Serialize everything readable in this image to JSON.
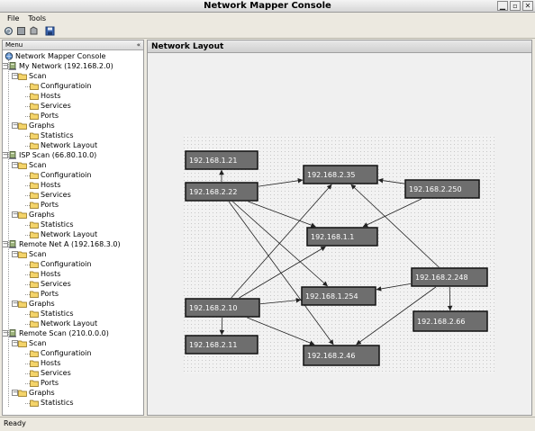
{
  "window": {
    "title": "Network Mapper Console"
  },
  "menu": {
    "file": "File",
    "tools": "Tools"
  },
  "sidebar": {
    "header": "Menu",
    "root": "Network Mapper Console"
  },
  "tree": [
    {
      "label": "My Network (192.168.2.0)",
      "type": "network"
    },
    {
      "label": "Scan",
      "type": "folder"
    },
    {
      "label": "Configuratioin",
      "type": "leaf"
    },
    {
      "label": "Hosts",
      "type": "leaf"
    },
    {
      "label": "Services",
      "type": "leaf"
    },
    {
      "label": "Ports",
      "type": "leaf"
    },
    {
      "label": "Graphs",
      "type": "folder"
    },
    {
      "label": "Statistics",
      "type": "leaf"
    },
    {
      "label": "Network Layout",
      "type": "leaf"
    },
    {
      "label": "ISP Scan (66.80.10.0)",
      "type": "network"
    },
    {
      "label": "Scan",
      "type": "folder"
    },
    {
      "label": "Configuratioin",
      "type": "leaf"
    },
    {
      "label": "Hosts",
      "type": "leaf"
    },
    {
      "label": "Services",
      "type": "leaf"
    },
    {
      "label": "Ports",
      "type": "leaf"
    },
    {
      "label": "Graphs",
      "type": "folder"
    },
    {
      "label": "Statistics",
      "type": "leaf"
    },
    {
      "label": "Network Layout",
      "type": "leaf"
    },
    {
      "label": "Remote Net A (192.168.3.0)",
      "type": "network"
    },
    {
      "label": "Scan",
      "type": "folder"
    },
    {
      "label": "Configuratioin",
      "type": "leaf"
    },
    {
      "label": "Hosts",
      "type": "leaf"
    },
    {
      "label": "Services",
      "type": "leaf"
    },
    {
      "label": "Ports",
      "type": "leaf"
    },
    {
      "label": "Graphs",
      "type": "folder"
    },
    {
      "label": "Statistics",
      "type": "leaf"
    },
    {
      "label": "Network Layout",
      "type": "leaf"
    },
    {
      "label": "Remote Scan (210.0.0.0)",
      "type": "network"
    },
    {
      "label": "Scan",
      "type": "folder"
    },
    {
      "label": "Configuratioin",
      "type": "leaf"
    },
    {
      "label": "Hosts",
      "type": "leaf"
    },
    {
      "label": "Services",
      "type": "leaf"
    },
    {
      "label": "Ports",
      "type": "leaf"
    },
    {
      "label": "Graphs",
      "type": "folder"
    },
    {
      "label": "Statistics",
      "type": "leaf"
    }
  ],
  "panel": {
    "title": "Network Layout"
  },
  "graph": {
    "nodes": [
      {
        "id": "n1",
        "label": "192.168.1.21"
      },
      {
        "id": "n2",
        "label": "192.168.2.22"
      },
      {
        "id": "n3",
        "label": "192.168.2.35"
      },
      {
        "id": "n4",
        "label": "192.168.2.250"
      },
      {
        "id": "n5",
        "label": "192.168.1.1"
      },
      {
        "id": "n6",
        "label": "192.168.2.248"
      },
      {
        "id": "n7",
        "label": "192.168.1.254"
      },
      {
        "id": "n8",
        "label": "192.168.2.10"
      },
      {
        "id": "n9",
        "label": "192.168.2.66"
      },
      {
        "id": "n10",
        "label": "192.168.2.11"
      },
      {
        "id": "n11",
        "label": "192.168.2.46"
      }
    ],
    "edges": [
      [
        "n2",
        "n1"
      ],
      [
        "n2",
        "n3"
      ],
      [
        "n2",
        "n5"
      ],
      [
        "n2",
        "n7"
      ],
      [
        "n2",
        "n11"
      ],
      [
        "n4",
        "n3"
      ],
      [
        "n4",
        "n5"
      ],
      [
        "n6",
        "n3"
      ],
      [
        "n6",
        "n7"
      ],
      [
        "n6",
        "n9"
      ],
      [
        "n6",
        "n11"
      ],
      [
        "n8",
        "n3"
      ],
      [
        "n8",
        "n5"
      ],
      [
        "n8",
        "n7"
      ],
      [
        "n8",
        "n10"
      ],
      [
        "n8",
        "n11"
      ]
    ],
    "colors": {
      "node_fill": "#6e6e6e",
      "node_border": "#111111",
      "edge": "#222222"
    }
  },
  "status": {
    "text": "Ready"
  }
}
